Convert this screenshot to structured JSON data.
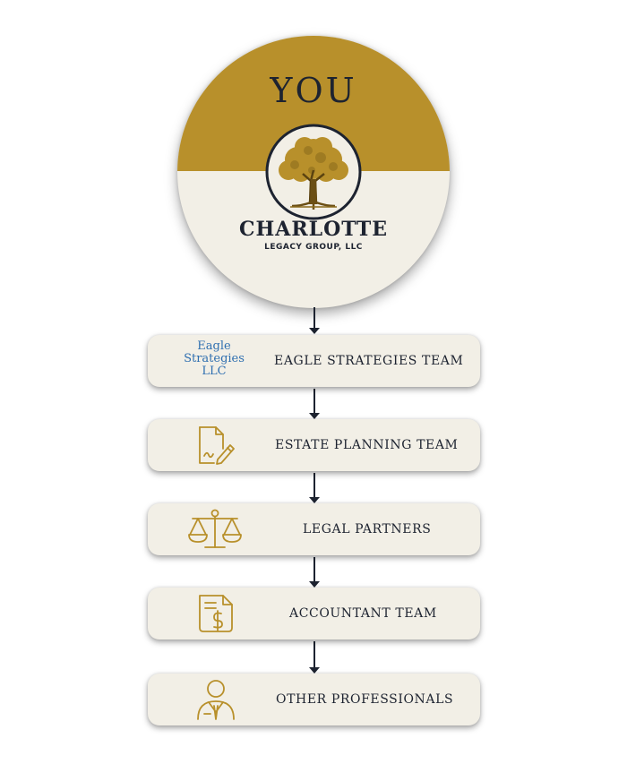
{
  "hub": {
    "title": "YOU",
    "brand_name": "CHARLOTTE",
    "brand_sub": "LEGACY GROUP, LLC"
  },
  "teams": [
    {
      "label": "EAGLE STRATEGIES TEAM",
      "logo_lines": [
        "Eagle",
        "Strategies",
        "LLC"
      ]
    },
    {
      "label": "ESTATE PLANNING TEAM",
      "icon": "document-pen-icon"
    },
    {
      "label": "LEGAL PARTNERS",
      "icon": "scales-icon"
    },
    {
      "label": "ACCOUNTANT TEAM",
      "icon": "invoice-dollar-icon"
    },
    {
      "label": "OTHER PROFESSIONALS",
      "icon": "professional-person-icon"
    }
  ],
  "colors": {
    "gold": "#b8902b",
    "cream": "#f2efe6",
    "navy": "#1d2330",
    "eagle_blue": "#2f6fb0"
  }
}
